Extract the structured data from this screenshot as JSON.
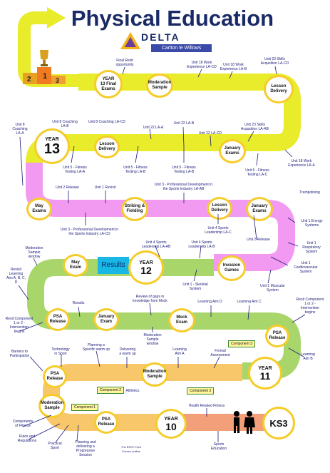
{
  "header": {
    "title": "Physical Education",
    "logo_name": "DELTA",
    "logo_sub": "Carlton le Willows"
  },
  "milestones": {
    "year13_final": "YEAR\n13 Final\nExams",
    "moderation_1": "Moderation\nSample",
    "lesson_delivery_1": "Lesson\nDelivery",
    "year13": "YEAR",
    "year13_num": "13",
    "lesson_delivery_2": "Lesson\nDelivery",
    "january_exams_1": "January\nExams",
    "may_exams": "May\nExams",
    "striking_fielding": "Striking &\nFielding",
    "lesson_delivery_3": "Lesson\nDelivery",
    "january_exams_2": "January\nExams",
    "may_exam": "May\nExam",
    "results": "Results",
    "year12": "YEAR",
    "year12_num": "12",
    "invasion_games": "Invasion\nGames",
    "psa_release_1": "PSA\nRelease",
    "january_exam": "January\nExam",
    "mock_exam": "Mock\nExam",
    "psa_release_2": "PSA\nRelease",
    "year11": "YEAR",
    "year11_num": "11",
    "psa_release_3": "PSA\nRelease",
    "moderation_2": "Moderation\nSample",
    "moderation_3": "Moderation\nSample",
    "psa_release_4": "PSA\nRelease",
    "year10": "YEAR",
    "year10_num": "10",
    "ks3": "KS3"
  },
  "components": {
    "c3_top": "Component 3",
    "c2": "Component 2",
    "c3_bottom": "Component 3",
    "c1": "Component 1"
  },
  "labels": {
    "final_resit": "Final Resit\nopportunity",
    "u18_work_cd": "Unit 18 Work\nExperience LA-CD",
    "u18_work_b": "Unit 18 Work\nExperience LA-B",
    "u23_skills_cd": "Unit 23 Skills\nAcqusition LA-CD",
    "u8_coaching_a": "Unit 8\nCoaching\nLA-A",
    "u8_coaching_b": "Unit 8 Coaching\nLA-B",
    "u8_coaching_cd": "Unit 8 Coaching LA-CD",
    "u22_a": "Unit 22 LA-A",
    "u22_b": "Unit 22 LA-B",
    "u22_cd": "Unit 22 LA-CD",
    "u23_skills_ab": "Unit 23 Skills\nAcqusition LA-AB",
    "u18_work_a": "Unit 18 Work\nExperience LA-A",
    "u5_fit_a": "Unit 5 - Fitness\nTesting LA-A",
    "u5_fit_b1": "Unit 5 - Fitness\nTesting LA-B",
    "u5_fit_b2": "Unit 5 - Fitness\nTesting LA-B",
    "u5_fit_c": "Unit 5 - Fitness\nTesting LA-C",
    "u2_release_1": "Unit 2 Release",
    "u1_revisit": "Unit 1 Revisit",
    "u3_prof_ab": "Unit 3 - Professional Development in\nthe Sports Industry LA-AB",
    "trampolining": "Trampolining",
    "u3_prof_cd": "Unit 3 - Professional Development in\nthe Sports Industry LA-CD",
    "u4_lead_c": "Unit 4 Sports\nLeadership LA-C",
    "u2_release_2": "Unit 2 Release",
    "u1_energy": "Unit 1 Energy\nSystems",
    "u1_resp": "Unit 1\nRespiratory\nSystem",
    "u4_lead_ab": "Unit 4 Sports\nLeadership LA-AB",
    "u4_lead_b": "Unit 4 Sports\nLeadership LA-B",
    "u1_cardio": "Unit 1\nCardiovascular\nSystem",
    "u1_skeletal": "Unit 1 - Skeletal\nSystem",
    "u1_muscular": "Unit 1 Muscular\nSystem",
    "mod_sample_window_1": "Moderation\nSample\nwindow",
    "revisit_abcd": "Revisit\nLearning\nAim A, B, C,\nD",
    "review_gaps": "Review of gaps in\nknowledge from Mock",
    "la_d": "Learning Aim D",
    "la_c": "Learning Aim C",
    "resit_comp_right": "Resit Component\n1 or 2 -\nIntervention\nbegins",
    "results_2": "Results",
    "resit_comp_left": "Resit Component\n1 or 2 -\nIntervention\nbegins",
    "mod_sample_window_2": "Moderation\nSample\nwindow",
    "barriers": "Barriers to\nParticipation",
    "technology": "Technology\nin Sport",
    "planning_warmup": "Planning a\nSpecific warm up",
    "delivering_warmup": "Delivering\na warm up",
    "la_a": "Learning\nAim A",
    "formal_assessment": "Formal\nAssessment",
    "la_b": "Learning\nAim B",
    "athletics": "Athletics",
    "components_fitness": "Components\nof Fitness",
    "health_fitness": "Health Related Fitness",
    "rules": "Rules and\nRegulations",
    "practical": "Practical\nSport",
    "planning_progressive": "Planning and\ndelivering a\nProgressive\nSession",
    "btec_outline": "The BTEC Tech\nCourse outline",
    "sports_education": "Sports\nEducation"
  },
  "colors": {
    "yellow_road": "#e9ec2a",
    "pink_road": "#f29af2",
    "green_road": "#a9d66b",
    "orange_road": "#f7c769",
    "salmon_road": "#f3a07a",
    "circle_border": "#f6cc2a",
    "results_box": "#18b7e6",
    "title": "#1a2a66",
    "label_text": "#1a1a7a"
  }
}
